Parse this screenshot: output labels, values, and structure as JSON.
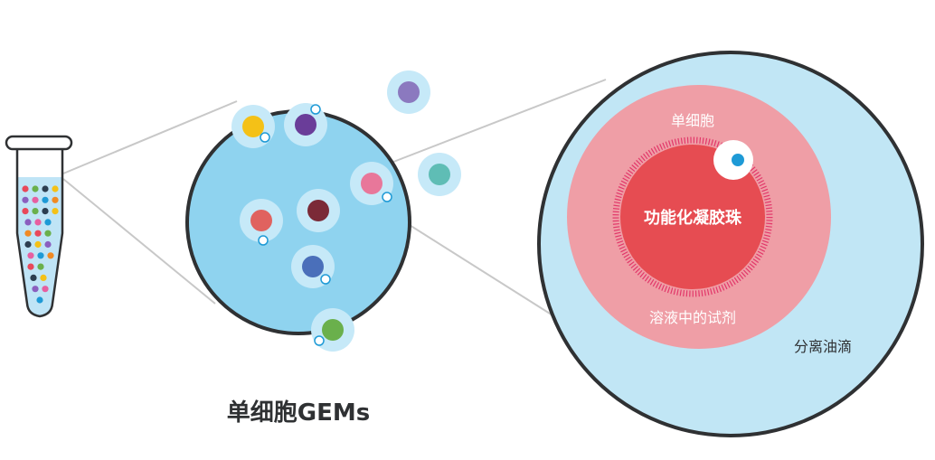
{
  "labels": {
    "gems_caption": "单细胞GEMs",
    "single_cell": "单细胞",
    "functional_bead": "功能化凝胶珠",
    "reagent_in_solution": "溶液中的试剂",
    "oil_droplet": "分离油滴"
  },
  "colors": {
    "droplet_blue": "#8fd3ef",
    "oil_light_blue": "#c1e6f5",
    "reagent_pink": "#ef9ea6",
    "bead_red": "#e64c52",
    "outline_dark": "#2f3133",
    "connector_gray": "#c8c8c8",
    "cell_dot_blue": "#1e9ad6"
  },
  "cell_colors": [
    "#f4c117",
    "#6a3d99",
    "#8b79bf",
    "#e8779a",
    "#5fbdb5",
    "#e0625f",
    "#7b2a37",
    "#4a6fba",
    "#6ab04c"
  ],
  "tube_dot_colors": [
    "#e8485a",
    "#f4c117",
    "#1e9ad6",
    "#6ab04c",
    "#8b5fbf",
    "#f08a24",
    "#2c3e50",
    "#e75fa0"
  ]
}
